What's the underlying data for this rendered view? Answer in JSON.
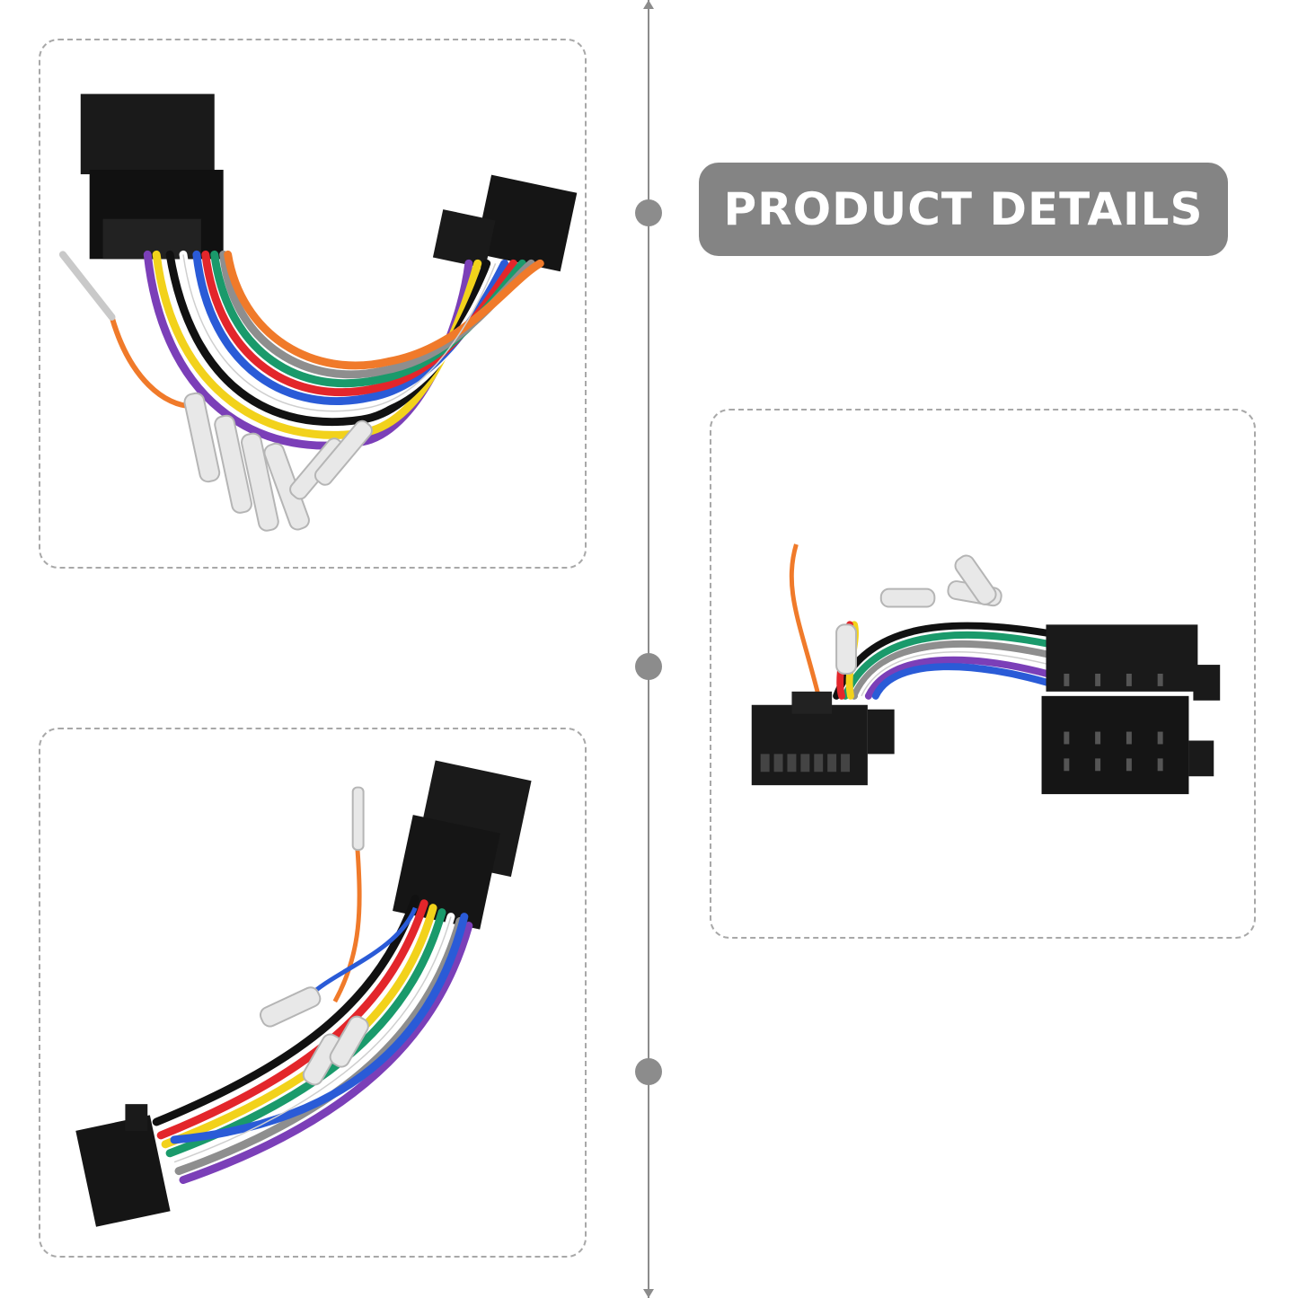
{
  "header": {
    "title": "PRODUCT DETAILS"
  },
  "colors": {
    "badge_background": "#848484",
    "badge_text": "#ffffff",
    "timeline": "#8c8c8c",
    "panel_border": "#a8a8a8",
    "connector": "#1a1a1a",
    "wire_palette": [
      "#f2d21b",
      "#e3262b",
      "#2a5bd7",
      "#1a9a6b",
      "#7b3fb8",
      "#f07a2a",
      "#8e8e8e",
      "#ffffff",
      "#111111"
    ]
  },
  "images": [
    {
      "subject": "wiring-harness-adapter-top-view"
    },
    {
      "subject": "wiring-harness-adapter-side-view"
    },
    {
      "subject": "wiring-harness-adapter-front-view"
    }
  ]
}
